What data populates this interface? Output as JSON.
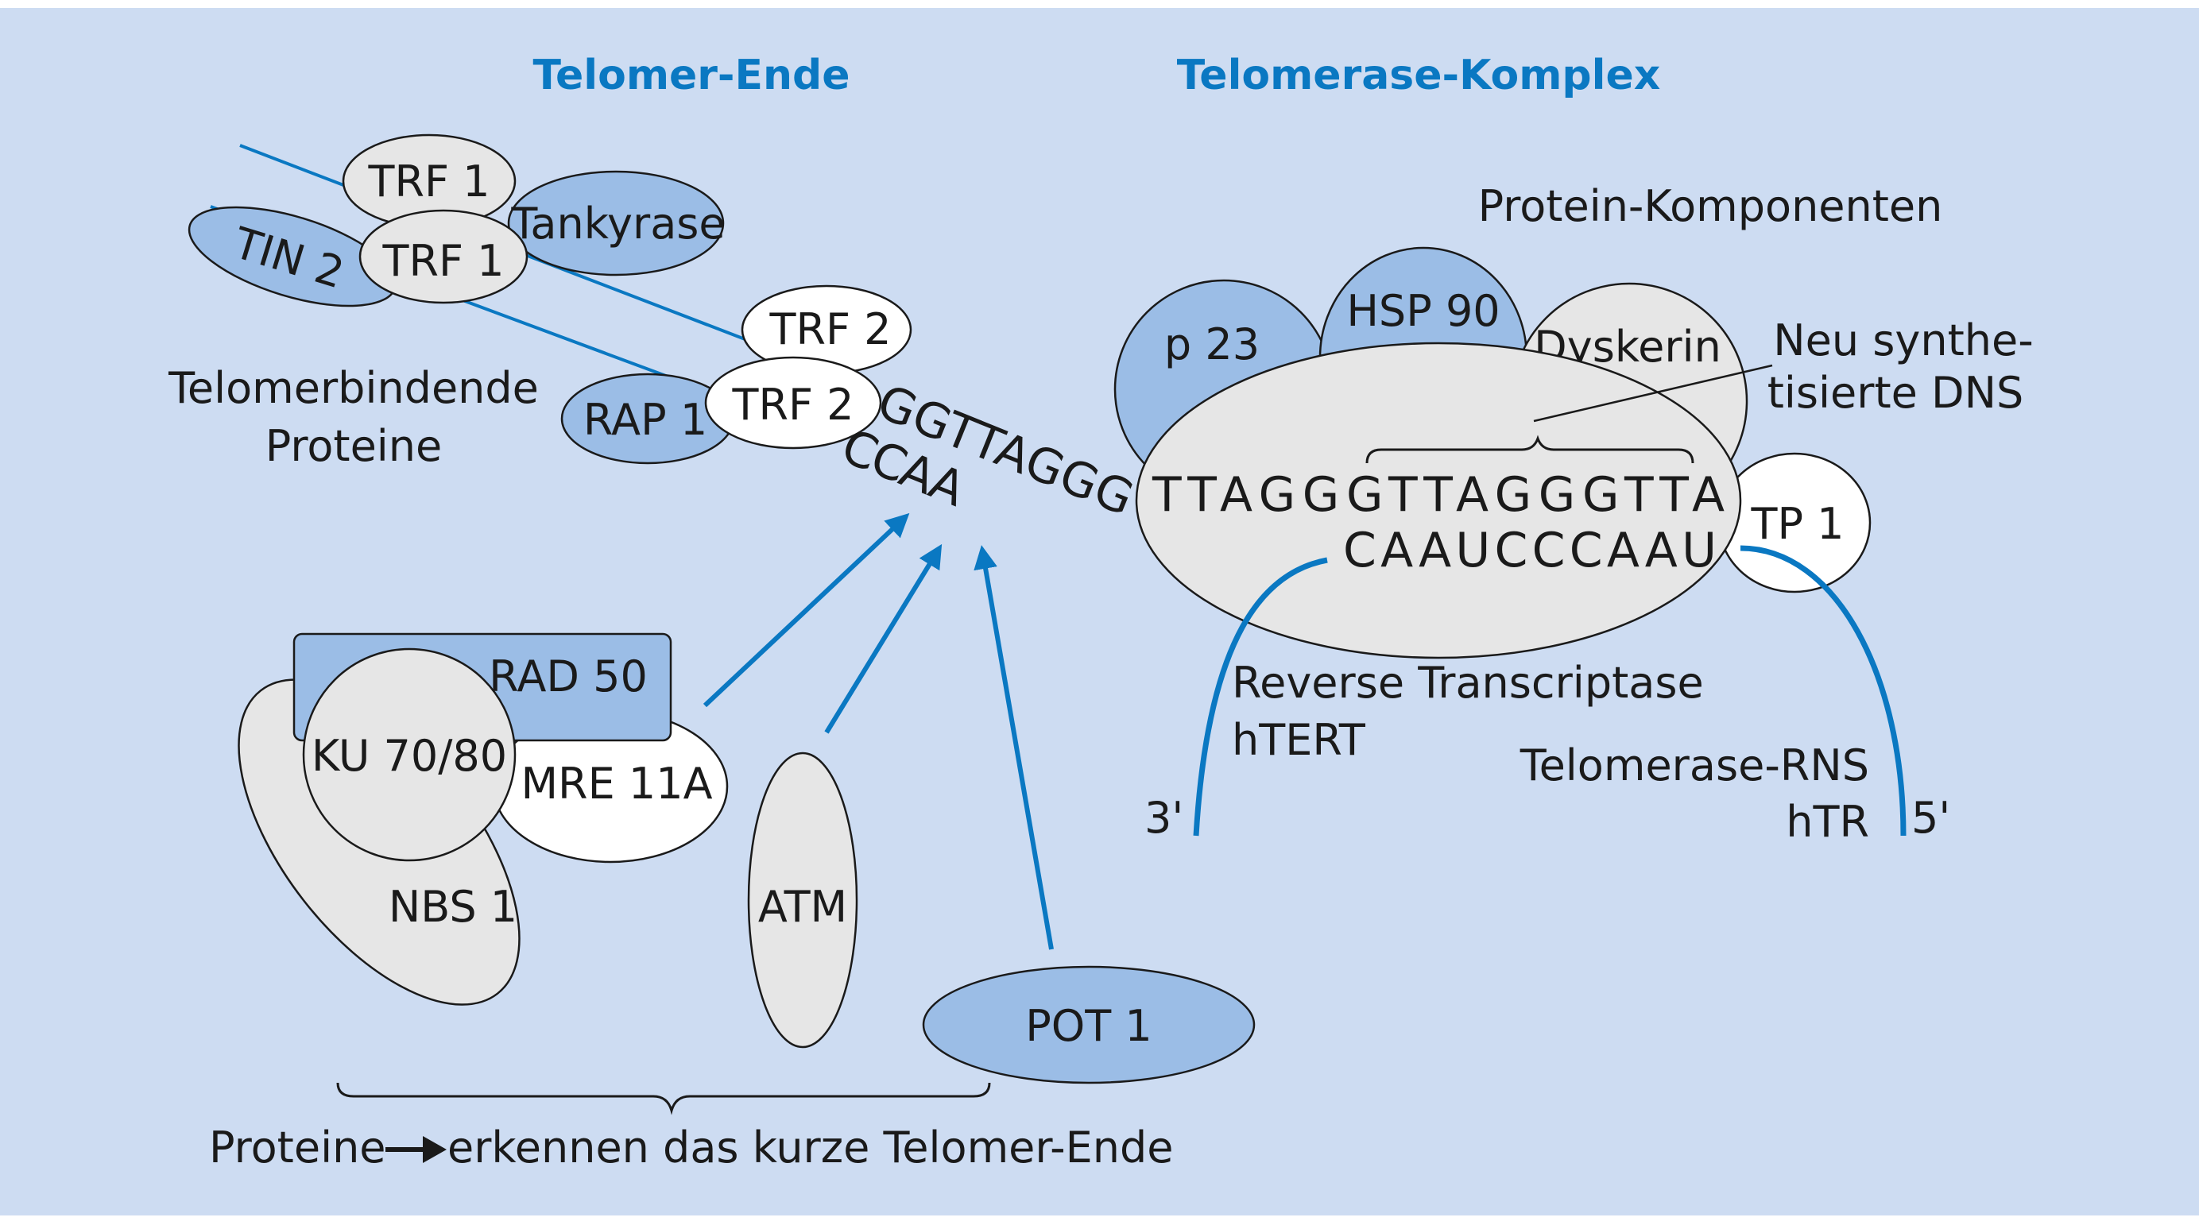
{
  "colors": {
    "background": "#cddcf2",
    "protein_blue": "#9bbde6",
    "protein_gray": "#e6e6e6",
    "protein_white": "#ffffff",
    "accent_blue": "#0a78c2",
    "heading": "#0a78c2",
    "text": "#1a1a1a"
  },
  "headings": {
    "telomer_ende": "Telomer-Ende",
    "telomerase_komplex": "Telomerase-Komplex"
  },
  "telomer_end": {
    "proteins": {
      "trf1_top": "TRF 1",
      "tankyrase": "Tankyrase",
      "tin2": "TIN 2",
      "trf1_bottom": "TRF 1",
      "trf2_top": "TRF 2",
      "rap1": "RAP 1",
      "trf2_bottom": "TRF 2"
    },
    "binding_label": [
      "Telomerbindende",
      "Proteine"
    ],
    "strand_upper": "GGTTAGGG",
    "strand_lower": "CCAA"
  },
  "recognition": {
    "proteins": {
      "rad50": "RAD 50",
      "ku": "KU 70/80",
      "mre11a": "MRE 11A",
      "nbs1": "NBS 1",
      "atm": "ATM",
      "pot1": "POT 1"
    },
    "caption_left": "Proteine",
    "caption_right": "erkennen das kurze Telomer-Ende"
  },
  "telomerase": {
    "protein_components_label": "Protein-Komponenten",
    "proteins": {
      "p23": "p 23",
      "hsp90": "HSP 90",
      "dyskerin": "Dyskerin",
      "tp1": "TP 1"
    },
    "new_dna_label": [
      "Neu synthe-",
      "tisierte DNS"
    ],
    "dna_sequence": "TTAGGGTTAGGGTTA",
    "rna_template": "CAAUCCCAAU",
    "reverse_transcriptase": [
      "Reverse Transcriptase",
      "hTERT"
    ],
    "telomerase_rns": [
      "Telomerase-RNS",
      "hTR"
    ],
    "end_3": "3'",
    "end_5": "5'"
  }
}
